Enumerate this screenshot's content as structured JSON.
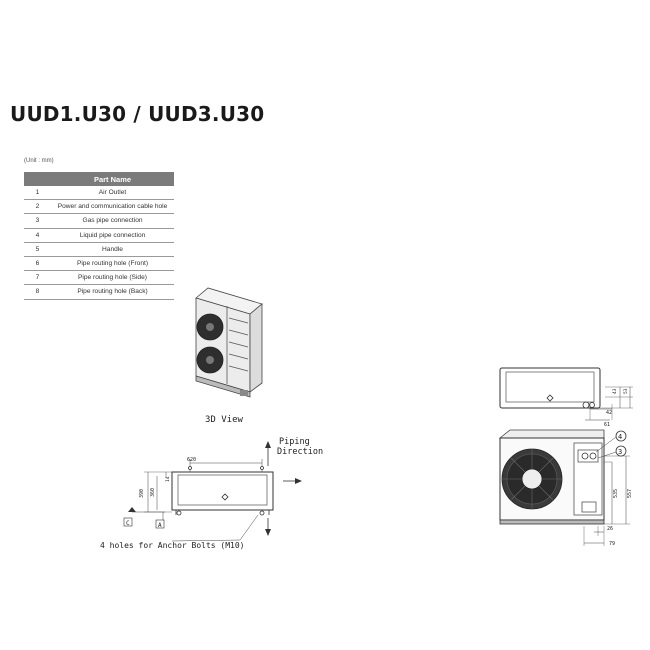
{
  "title": "UUD1.U30 / UUD3.U30",
  "unit_label": "(Unit : mm)",
  "table": {
    "header": [
      "",
      "Part Name"
    ],
    "rows": [
      {
        "num": "1",
        "name": "Air Outlet"
      },
      {
        "num": "2",
        "name": "Power and communication cable hole"
      },
      {
        "num": "3",
        "name": "Gas pipe connection"
      },
      {
        "num": "4",
        "name": "Liquid pipe connection"
      },
      {
        "num": "5",
        "name": "Handle"
      },
      {
        "num": "6",
        "name": "Pipe routing hole (Front)"
      },
      {
        "num": "7",
        "name": "Pipe routing hole (Side)"
      },
      {
        "num": "8",
        "name": "Pipe routing hole (Back)"
      }
    ]
  },
  "labels": {
    "view3d": "3D View",
    "piping_line1": "Piping",
    "piping_line2": "Direction",
    "anchor": "4 holes for Anchor Bolts (M10)",
    "marker_c": "C",
    "marker_a": "A",
    "callout_4": "4",
    "callout_3": "3"
  },
  "dimensions": {
    "plan_width": "620",
    "plan_390": "390",
    "plan_360": "360",
    "plan_14": "14",
    "top_43": "43",
    "top_53": "53",
    "top_42": "42",
    "top_61": "61",
    "side_535": "535",
    "side_557": "557",
    "side_26": "26",
    "side_79": "79"
  }
}
